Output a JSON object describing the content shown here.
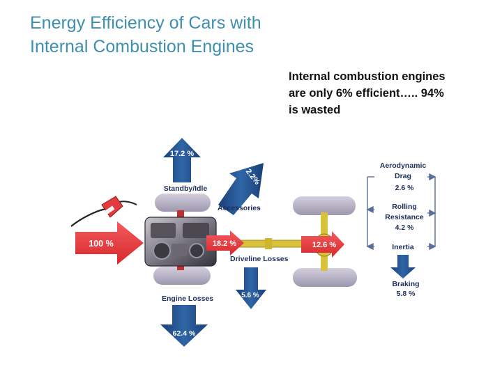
{
  "title": {
    "lines": [
      "Energy Efficiency of Cars with",
      "Internal Combustion Engines"
    ]
  },
  "note": {
    "lines": [
      "Internal combustion engines",
      "are only 6% efficient….. 94%",
      "is wasted"
    ]
  },
  "diagram": {
    "fuel_input": "100 %",
    "standby_idle": {
      "label": "Standby/Idle",
      "value": "17.2 %"
    },
    "accessories": {
      "label": "Accessories",
      "value": "2.2%"
    },
    "engine_losses": {
      "label": "Engine Losses",
      "value": "62.4 %"
    },
    "engine_output": "18.2 %",
    "driveline_losses": {
      "label": "Driveline Losses",
      "value": "5.6 %"
    },
    "to_wheels": "12.6 %",
    "aerodynamic_drag": {
      "label_lines": [
        "Aerodynamic",
        "Drag"
      ],
      "value": "2.6 %"
    },
    "rolling_resistance": {
      "label_lines": [
        "Rolling",
        "Resistance"
      ],
      "value": "4.2 %"
    },
    "inertia": {
      "label": "Inertia"
    },
    "braking": {
      "label": "Braking",
      "value": "5.8 %"
    }
  },
  "colors": {
    "title": "#3e8eb0",
    "input_arrow": "#e8393d",
    "loss_arrow": "#1f4f8a",
    "tire": "#b9b3c7",
    "axle": "#d8c23a",
    "label": "#1c2f5a"
  },
  "icons": [
    "fuel-nozzle-icon",
    "engine-block-icon"
  ]
}
